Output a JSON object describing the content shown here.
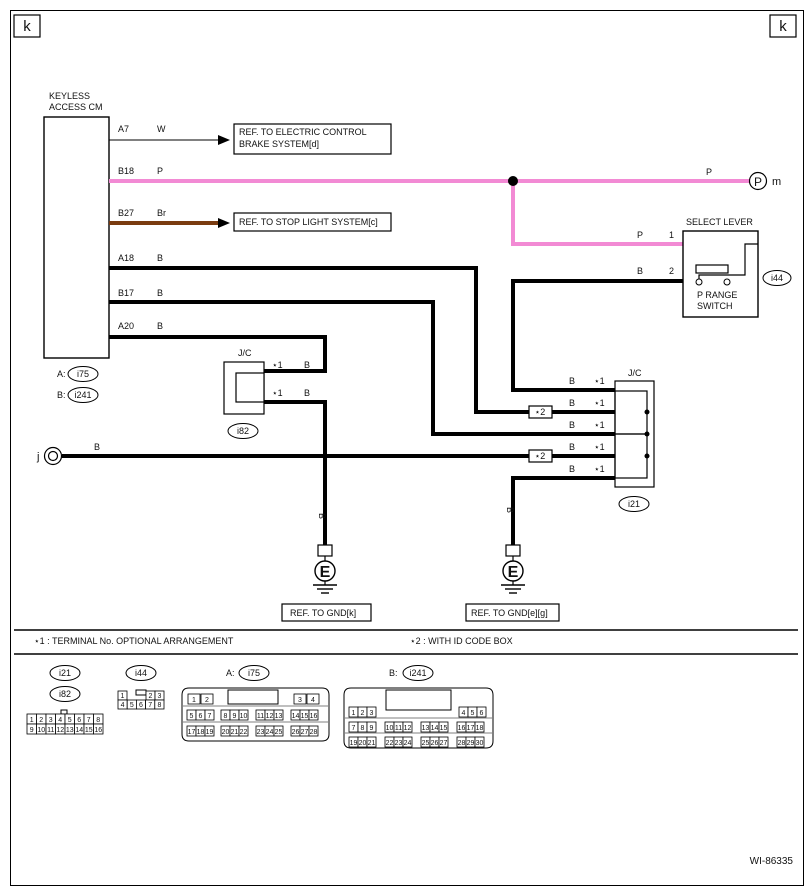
{
  "corner": {
    "left": "k",
    "right": "k"
  },
  "keyless": {
    "title_line1": "KEYLESS",
    "title_line2": "ACCESS CM",
    "conn_a_label": "A:",
    "conn_a_id": "i75",
    "conn_b_label": "B:",
    "conn_b_id": "i241"
  },
  "wires": {
    "a7": {
      "terminal": "A7",
      "color": "W"
    },
    "b18": {
      "terminal": "B18",
      "color": "P"
    },
    "b27": {
      "terminal": "B27",
      "color": "Br"
    },
    "a18": {
      "terminal": "A18",
      "color": "B"
    },
    "b17": {
      "terminal": "B17",
      "color": "B"
    },
    "a20": {
      "terminal": "A20",
      "color": "B"
    },
    "p_top": "P",
    "p_select": "P",
    "pin1": "1",
    "b_select": "B",
    "pin2": "2",
    "j_line": "B",
    "vertical_b": "B"
  },
  "refs": {
    "ecbs_line1": "REF. TO ELECTRIC CONTROL",
    "ecbs_line2": "BRAKE SYSTEM[d]",
    "stop_light": "REF. TO STOP LIGHT SYSTEM[c]",
    "gnd_k": "REF. TO GND[k]",
    "gnd_eg": "REF. TO GND[e][g]"
  },
  "connectors": {
    "p_circle": "P",
    "m_label": "m",
    "j_label": "j",
    "e_symbol": "E"
  },
  "select_lever": {
    "title": "SELECT LEVER",
    "switch_line1": "P RANGE",
    "switch_line2": "SWITCH",
    "id": "i44"
  },
  "jc_small": {
    "title": "J/C",
    "id": "i82",
    "star": "⋆1",
    "wire": "B"
  },
  "jc_big": {
    "title": "J/C",
    "id": "i21",
    "star1": "⋆1",
    "star2": "⋆2",
    "wire": "B"
  },
  "legend": {
    "note1": "⋆1 : TERMINAL No. OPTIONAL ARRANGEMENT",
    "note2": "⋆2 : WITH ID CODE BOX"
  },
  "pinouts": {
    "i21": "i21",
    "i82": "i82",
    "i44": "i44",
    "a_label": "A:",
    "i75": "i75",
    "b_label": "B:",
    "i241": "i241",
    "jc_rows": [
      [
        "1",
        "2",
        "3",
        "4",
        "5",
        "6",
        "7",
        "8"
      ],
      [
        "9",
        "10",
        "11",
        "12",
        "13",
        "14",
        "15",
        "16"
      ]
    ],
    "i44_top": [
      "1",
      "2",
      "3"
    ],
    "i44_bottom": [
      "4",
      "5",
      "6",
      "7",
      "8"
    ],
    "i75_rows": [
      [
        "1",
        "2",
        "3",
        "4"
      ],
      [
        "5",
        "6",
        "7",
        "8",
        "9",
        "10",
        "11",
        "12",
        "13",
        "14",
        "15",
        "16"
      ],
      [
        "17",
        "18",
        "19",
        "20",
        "21",
        "22",
        "23",
        "24",
        "25",
        "26",
        "27",
        "28"
      ]
    ],
    "i241_rows": [
      [
        "1",
        "2",
        "3",
        "4",
        "5",
        "6"
      ],
      [
        "7",
        "8",
        "9",
        "10",
        "11",
        "12",
        "13",
        "14",
        "15",
        "16",
        "17",
        "18"
      ],
      [
        "19",
        "20",
        "21",
        "22",
        "23",
        "24",
        "25",
        "26",
        "27",
        "28",
        "29",
        "30"
      ]
    ]
  },
  "footer": {
    "code": "WI-86335"
  },
  "colors": {
    "pink": "#f28ad4",
    "brown": "#7a3b10",
    "black": "#000000"
  }
}
